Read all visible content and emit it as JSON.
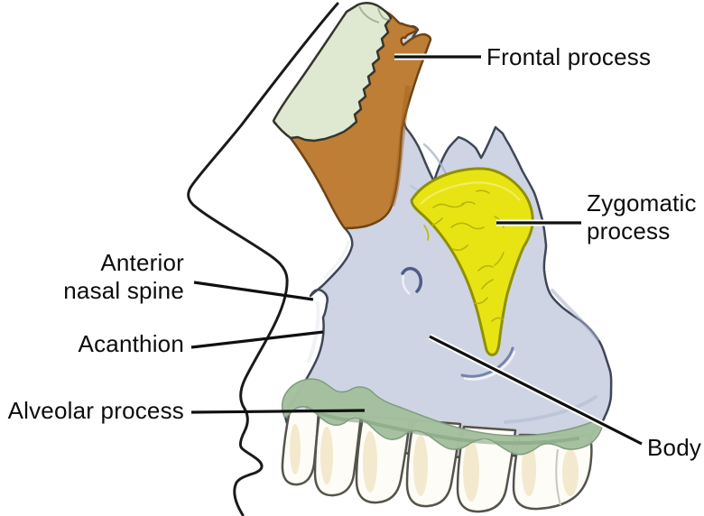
{
  "labels": {
    "frontal_process": "Frontal process",
    "zygomatic_process": "Zygomatic\nprocess",
    "anterior_nasal_spine": "Anterior\nnasal spine",
    "acanthion": "Acanthion",
    "alveolar_process": "Alveolar process",
    "body": "Body"
  },
  "colors": {
    "maxilla_body": "#ced4e3",
    "frontal_process": "#bf7e35",
    "nasal_bone": "#dfe8d0",
    "zygomatic_process": "#e8e414",
    "alveolar_process": "#a5c09e",
    "teeth": "#fdfcf7",
    "outline": "#1a1a1a"
  }
}
